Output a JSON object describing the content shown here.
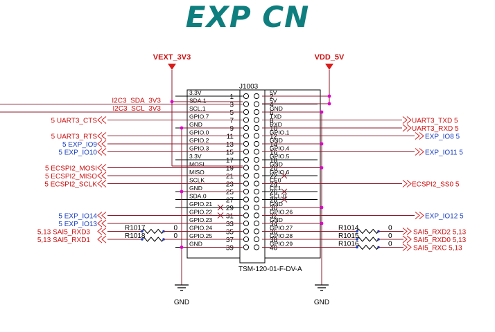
{
  "title": "EXP CN",
  "connector": {
    "ref": "J1003",
    "part": "TSM-120-01-F-DV-A"
  },
  "power": {
    "left": "VEXT_3V3",
    "right": "VDD_5V"
  },
  "gnd": [
    "GND",
    "GND"
  ],
  "pins": [
    {
      "l": "3.3V",
      "r": "5V"
    },
    {
      "l": "SDA.1",
      "r": "5V"
    },
    {
      "l": "SCL.1",
      "r": "GND"
    },
    {
      "l": "GPIO.7",
      "r": "TXD"
    },
    {
      "l": "GND",
      "r": "RXD"
    },
    {
      "l": "GPIO.0",
      "r": "GPIO.1"
    },
    {
      "l": "GPIO.2",
      "r": "GND"
    },
    {
      "l": "GPIO.3",
      "r": "GPIO.4"
    },
    {
      "l": "3.3V",
      "r": "GPIO.5"
    },
    {
      "l": "MOSI",
      "r": "GND"
    },
    {
      "l": "MISO",
      "r": "GPIO.6"
    },
    {
      "l": "SCLK",
      "r": "CE0"
    },
    {
      "l": "GND",
      "r": "CE1"
    },
    {
      "l": "SDA.0",
      "r": "SCL.0"
    },
    {
      "l": "GPIO.21",
      "r": "GND"
    },
    {
      "l": "GPIO.22",
      "r": "GPIO.26"
    },
    {
      "l": "GPIO.23",
      "r": "GND"
    },
    {
      "l": "GPIO.24",
      "r": "GPIO.27"
    },
    {
      "l": "GPIO.25",
      "r": "GPIO.28"
    },
    {
      "l": "GND",
      "r": "GPIO.29"
    }
  ],
  "left_nets": {
    "3": "I2C3_SDA_3V3",
    "5": "I2C3_SCL_3V3",
    "7": "5 UART3_CTS",
    "11": "5 UART3_RTS",
    "13": "5 EXP_IO9",
    "15": "5 EXP_IO10",
    "19": "5 ECSPI2_MOSI",
    "21": "5 ECSPI2_MISO",
    "23": "5 ECSPI2_SCLK",
    "31": "5 EXP_IO14",
    "33": "5 EXP_IO13",
    "35": "5,13  SAI5_RXD3",
    "37": "5,13  SAI5_RXD1"
  },
  "right_nets": {
    "8": "UART3_TXD  5",
    "10": "UART3_RXD  5",
    "12": "EXP_IO8 5",
    "16": "EXP_IO11  5",
    "24": "ECSPI2_SS0  5",
    "32": "EXP_IO12  5",
    "36": "SAI5_RXD2  5,13",
    "38": "SAI5_RXD0  5,13",
    "40": "SAI5_RXC  5,13"
  },
  "resistors_left": [
    {
      "pin": 35,
      "ref": "R1017",
      "val": "0"
    },
    {
      "pin": 37,
      "ref": "R1018",
      "val": "0"
    }
  ],
  "resistors_right": [
    {
      "pin": 36,
      "ref": "R1014",
      "val": "0"
    },
    {
      "pin": 38,
      "ref": "R1015",
      "val": "0"
    },
    {
      "pin": 40,
      "ref": "R1016",
      "val": "0"
    }
  ],
  "colors": {
    "wire": "#8b1a2b",
    "net": "#cc1111",
    "io": "#1a3fc0",
    "black": "#000000",
    "junction": "#e000c8",
    "title": "#0e7e7e"
  }
}
